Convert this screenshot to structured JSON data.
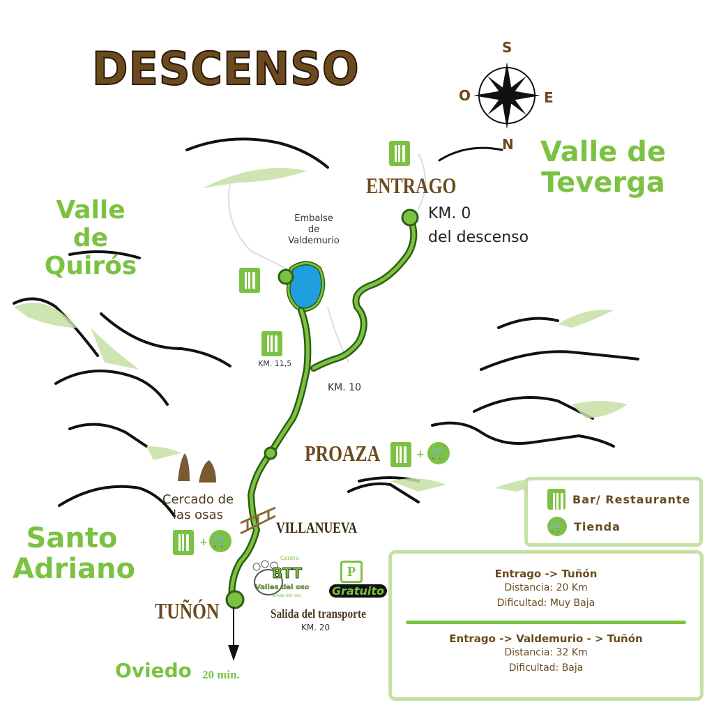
{
  "title": "DESCENSO",
  "compass": {
    "north": "N",
    "south": "S",
    "east": "E",
    "west": "O"
  },
  "regions": {
    "teverga": "Valle de Teverga",
    "quiros": "Valle de Quirós",
    "santo_adriano": "Santo Adriano"
  },
  "towns": {
    "entrago": "ENTRAGO",
    "proaza": "PROAZA",
    "villanueva": "VILLANUEVA",
    "tunon": "TUÑÓN"
  },
  "labels": {
    "km0_line1": "KM. 0",
    "km0_line2": "del descenso",
    "embalse": [
      "Embalse",
      "de",
      "Valdemurio"
    ],
    "km_11_5": "KM. 11,5",
    "km_10": "KM. 10",
    "cercado": [
      "Cercado de",
      "las osas"
    ],
    "salida": "Salida del transporte",
    "km_20": "KM. 20",
    "parking": "P",
    "gratuito": "Gratuito",
    "oviedo": "Oviedo",
    "oviedo_time": "20 min.",
    "btt_logo": [
      "Centro",
      "BTT",
      "Valles del oso",
      "senda del oso"
    ]
  },
  "legend": [
    {
      "icon": "restaurant-icon",
      "label": "Bar/ Restaurante"
    },
    {
      "icon": "shop-cart-icon",
      "label": "Tienda"
    }
  ],
  "routes": [
    {
      "name": "Entrago -> Tuñón",
      "distance": "Distancia: 20 Km",
      "difficulty": "Dificultad: Muy Baja"
    },
    {
      "name": "Entrago -> Valdemurio - > Tuñón",
      "distance": "Distancia: 32 Km",
      "difficulty": "Dificultad: Baja"
    }
  ],
  "colors": {
    "green": "#7cc242",
    "brown": "#6b4a1e",
    "light_green": "#c5e0a5",
    "water": "#1ea0e0"
  }
}
